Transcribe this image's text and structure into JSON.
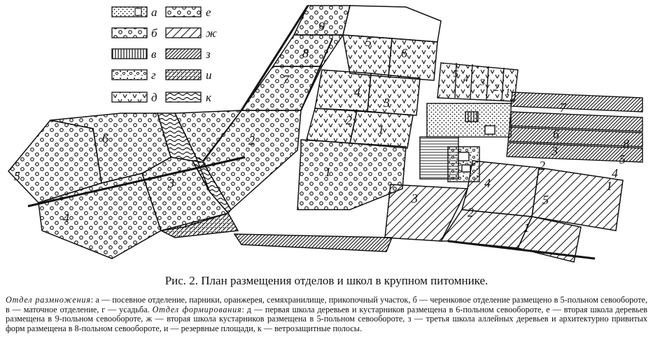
{
  "legend": [
    {
      "key": "а",
      "meaning": "seed"
    },
    {
      "key": "б",
      "meaning": "cuttings"
    },
    {
      "key": "в",
      "meaning": "mother"
    },
    {
      "key": "г",
      "meaning": "estate"
    },
    {
      "key": "д",
      "meaning": "school1"
    },
    {
      "key": "е",
      "meaning": "school2-trees"
    },
    {
      "key": "ж",
      "meaning": "school2-shrubs"
    },
    {
      "key": "з",
      "meaning": "school3"
    },
    {
      "key": "и",
      "meaning": "reserve"
    },
    {
      "key": "к",
      "meaning": "windbreak"
    }
  ],
  "plot_numbers": {
    "e": [
      "1",
      "2",
      "3",
      "4",
      "5",
      "6",
      "7",
      "8",
      "9"
    ],
    "d": [
      "1",
      "2",
      "3",
      "4",
      "5",
      "6"
    ],
    "d_small": [
      "1",
      "2",
      "3",
      "4",
      "5"
    ],
    "zh": [
      "1",
      "2",
      "3",
      "4",
      "5"
    ],
    "z": [
      "1",
      "2",
      "3",
      "4",
      "5",
      "6",
      "7",
      "8"
    ]
  },
  "caption": "Рис. 2. План размещения отделов и школ в крупном питомнике.",
  "description": {
    "section1_title": "Отдел размножения",
    "section1_text": ": а — посевное отделение, парники, оранжерея, семяхранилище, прикопочный участок, б — черенковое отделение размещено в 5-польном севообороте, в — маточное отделение, г — усадьба.",
    "section2_title": "Отдел формирования",
    "section2_text": ": д — первая школа деревьев и кустарников размещена в 6-польном севообороте, е — вторая школа деревьев размещена в 9-польном севообороте, ж — вторая школа кустарников размещена в 5-польном севообороте, з — третья школа аллейных деревьев и архитектурно привитых форм размещена в 8-польном севообороте, и — резервные площади, к — ветрозащитные полосы."
  }
}
